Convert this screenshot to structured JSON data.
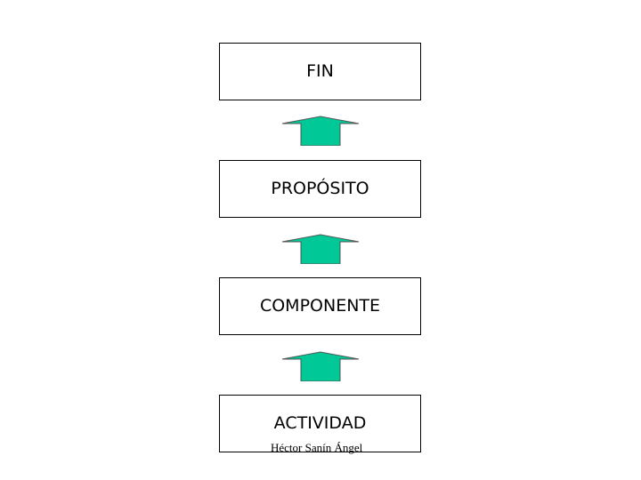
{
  "diagram": {
    "boxes": [
      {
        "label": "FIN"
      },
      {
        "label": "PROPÓSITO"
      },
      {
        "label": "COMPONENTE"
      },
      {
        "label": "ACTIVIDAD"
      }
    ],
    "author": "Héctor Sanín Ángel",
    "arrow_color": "#00c896",
    "arrow_direction": "up"
  }
}
